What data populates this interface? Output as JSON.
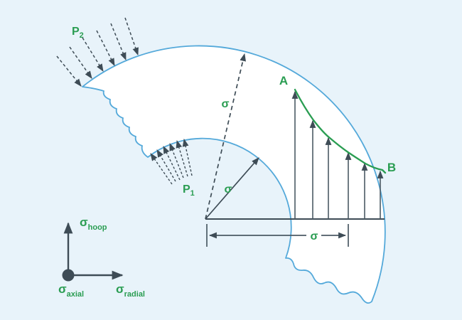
{
  "diagram": {
    "labels": {
      "p2": {
        "base": "P",
        "sub": "2"
      },
      "p1": {
        "base": "P",
        "sub": "1"
      },
      "sigma_outer": "σ",
      "sigma_inner": "σ",
      "sigma_width": "σ",
      "point_a": "A",
      "point_b": "B",
      "axis_hoop": {
        "base": "σ",
        "sub": "hoop"
      },
      "axis_axial": {
        "base": "σ",
        "sub": "axial"
      },
      "axis_radial": {
        "base": "σ",
        "sub": "radial"
      }
    },
    "colors": {
      "background": "#e8f3fa",
      "outline_blue": "#54a9da",
      "ink": "#3e4c56",
      "accent_green": "#2a9d52",
      "section_fill": "#ffffff"
    }
  }
}
